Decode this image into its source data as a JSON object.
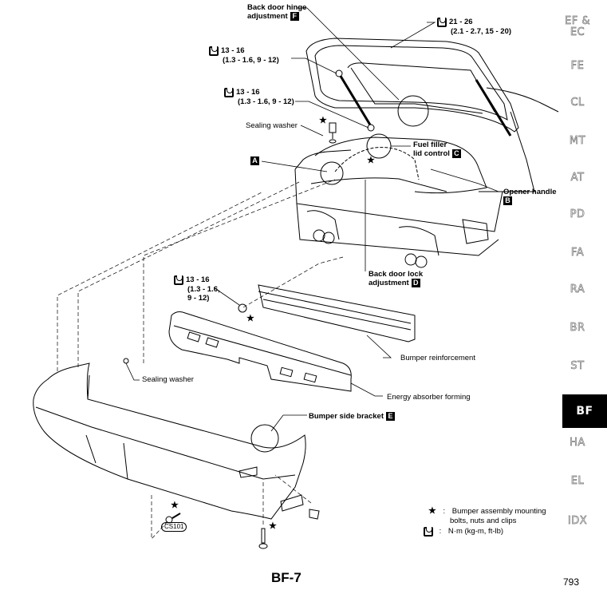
{
  "page": {
    "code": "BF-7",
    "number": "793"
  },
  "side_tabs": [
    {
      "label": "EF &\nEC",
      "active": false
    },
    {
      "label": "FE",
      "active": false
    },
    {
      "label": "CL",
      "active": false
    },
    {
      "label": "MT",
      "active": false
    },
    {
      "label": "AT",
      "active": false
    },
    {
      "label": "PD",
      "active": false
    },
    {
      "label": "FA",
      "active": false
    },
    {
      "label": "RA",
      "active": false
    },
    {
      "label": "BR",
      "active": false
    },
    {
      "label": "ST",
      "active": false
    },
    {
      "label": "BF",
      "active": true
    },
    {
      "label": "HA",
      "active": false
    },
    {
      "label": "EL",
      "active": false
    },
    {
      "label": "IDX",
      "active": false
    }
  ],
  "callouts": {
    "back_door_hinge": {
      "line1": "Back door hinge",
      "line2": "adjustment",
      "ref": "F"
    },
    "torque_hatch_hinge": {
      "line1": "21 - 26",
      "line2": "(2.1 - 2.7, 15 - 20)"
    },
    "torque_strut_upper": {
      "line1": "13 - 16",
      "line2": "(1.3 - 1.6, 9 - 12)"
    },
    "torque_strut_lower": {
      "line1": "13 - 16",
      "line2": "(1.3 - 1.6, 9 - 12)"
    },
    "sealing_washer_top": {
      "label": "Sealing washer"
    },
    "fuel_filler": {
      "line1": "Fuel filler",
      "line2": "lid control",
      "ref": "C"
    },
    "ref_a": {
      "ref": "A"
    },
    "opener_handle": {
      "label": "Opener handle",
      "ref": "B"
    },
    "back_door_lock": {
      "line1": "Back door lock",
      "line2": "adjustment",
      "ref": "D"
    },
    "torque_bumper_nut": {
      "line1": "13 - 16",
      "line2": "(1.3 - 1.6,",
      "line3": "9 - 12)"
    },
    "bumper_reinforcement": {
      "label": "Bumper reinforcement"
    },
    "sealing_washer_bottom": {
      "label": "Sealing washer"
    },
    "energy_absorber": {
      "label": "Energy absorber forming"
    },
    "bumper_side_bracket": {
      "label": "Bumper side bracket",
      "ref": "E"
    },
    "cs101": {
      "label": "CS101"
    }
  },
  "legend": {
    "star_symbol": "★",
    "star_text_line1": "Bumper assembly mounting",
    "star_text_line2": "bolts, nuts and clips",
    "torque_text": "N·m (kg-m, ft-lb)",
    "separator": ":"
  }
}
